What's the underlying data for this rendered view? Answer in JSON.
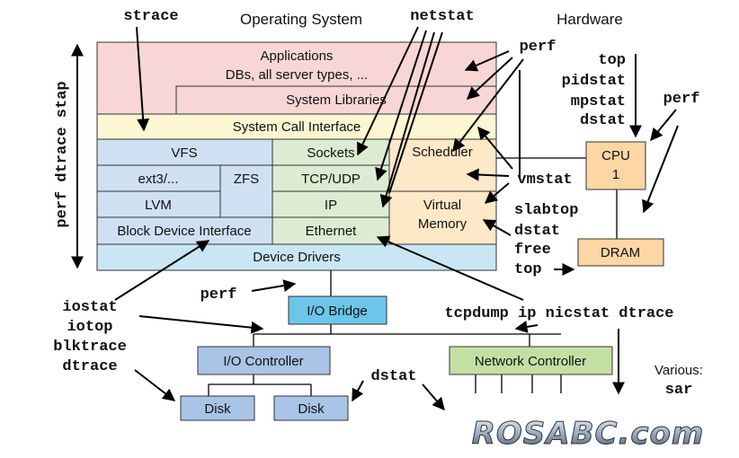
{
  "headers": {
    "os": "Operating System",
    "hardware": "Hardware"
  },
  "os_layers": {
    "applications_line1": "Applications",
    "applications_line2": "DBs, all server types, ...",
    "system_libraries": "System Libraries",
    "system_call_interface": "System Call Interface",
    "vfs": "VFS",
    "ext3": "ext3/...",
    "zfs": "ZFS",
    "lvm": "LVM",
    "block_device_interface": "Block Device Interface",
    "sockets": "Sockets",
    "tcp_udp": "TCP/UDP",
    "ip": "IP",
    "ethernet": "Ethernet",
    "scheduler": "Scheduler",
    "virtual_memory_line1": "Virtual",
    "virtual_memory_line2": "Memory",
    "device_drivers": "Device Drivers"
  },
  "hardware_boxes": {
    "cpu_line1": "CPU",
    "cpu_line2": "1",
    "dram": "DRAM",
    "io_bridge": "I/O Bridge",
    "io_controller": "I/O Controller",
    "network_controller": "Network Controller",
    "disk_1": "Disk",
    "disk_2": "Disk"
  },
  "tools": {
    "strace": "strace",
    "netstat": "netstat",
    "perf_top": "perf",
    "perf_dtrace_stap": "perf dtrace stap",
    "top_group": [
      "top",
      "pidstat",
      "mpstat",
      "dstat"
    ],
    "perf_cpu": "perf",
    "vmstat": "vmstat",
    "mem_group": [
      "slabtop",
      "dstat",
      "free",
      "top"
    ],
    "perf_bridge": "perf",
    "io_group": [
      "iostat",
      "iotop",
      "blktrace",
      "dtrace"
    ],
    "net_tools": "tcpdump ip nicstat dtrace",
    "dstat_disk": "dstat",
    "various": "Various:",
    "sar": "sar"
  },
  "watermark": "ROSABC.com",
  "colors": {
    "applications": "#f9d6d6",
    "syscall": "#fdf6d2",
    "storage": "#cfe0f2",
    "network": "#dcecd2",
    "sched_mem": "#fde8c8",
    "device_drivers": "#c9e6f4",
    "cpu_dram": "#fcd6a4",
    "bridge_blue": "#6cc6ea",
    "controller_blue": "#a9c4e6",
    "net_controller": "#c3e0a4"
  }
}
